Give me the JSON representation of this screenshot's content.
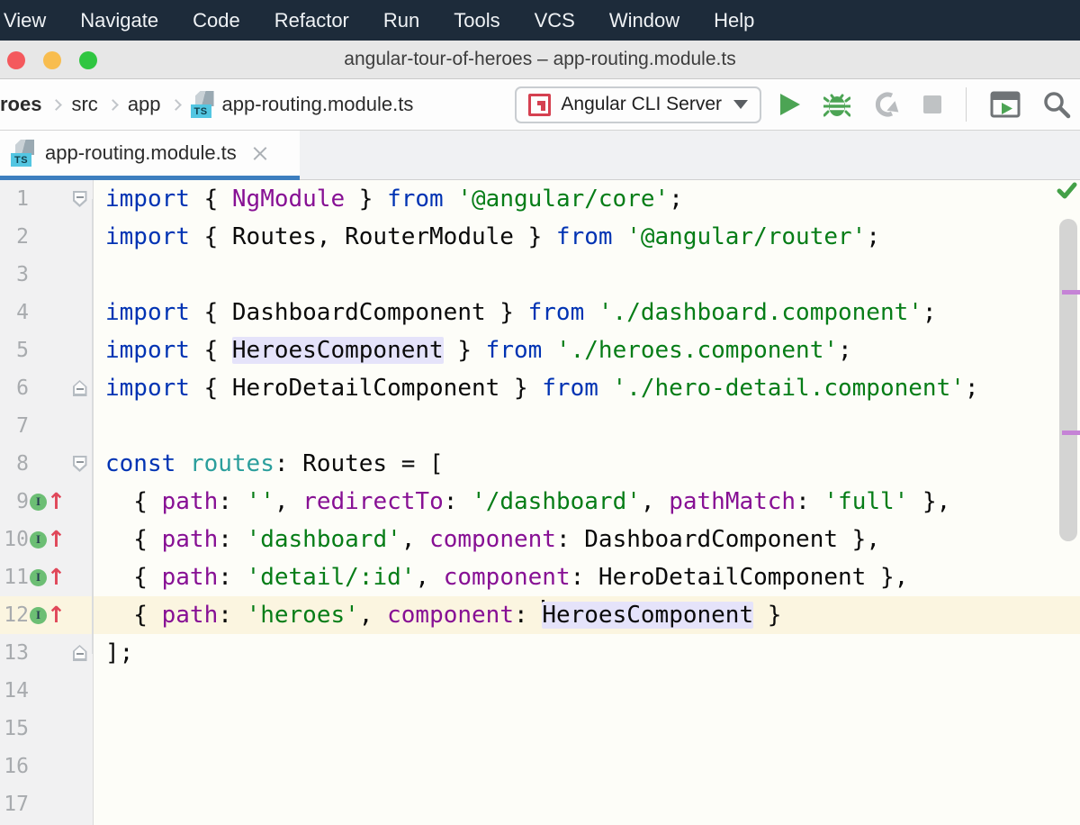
{
  "menu_bar": {
    "items": [
      "View",
      "Navigate",
      "Code",
      "Refactor",
      "Run",
      "Tools",
      "VCS",
      "Window",
      "Help"
    ]
  },
  "title_bar": {
    "title": "angular-tour-of-heroes – app-routing.module.ts"
  },
  "toolbar": {
    "breadcrumbs": [
      {
        "label": "roes",
        "bold": true
      },
      {
        "label": "src"
      },
      {
        "label": "app"
      },
      {
        "label": "app-routing.module.ts",
        "icon": "typescript-file-icon"
      }
    ],
    "run_config": {
      "label": "Angular CLI Server",
      "icon": "angular-cli-icon"
    },
    "icons": [
      {
        "name": "run-icon",
        "enabled": true
      },
      {
        "name": "debug-icon",
        "enabled": true
      },
      {
        "name": "rerun-coverage-icon",
        "enabled": false
      },
      {
        "name": "stop-icon",
        "enabled": false
      },
      {
        "name": "run-tool-window-icon",
        "enabled": true
      },
      {
        "name": "search-everywhere-icon",
        "enabled": true
      }
    ]
  },
  "tab_bar": {
    "tabs": [
      {
        "label": "app-routing.module.ts",
        "active": true,
        "icon": "typescript-file-icon"
      }
    ]
  },
  "icons": {
    "ts_badge": "TS",
    "route_gutter_letter": "I",
    "route_gutter_arrow": "↑"
  },
  "colors": {
    "menu_bg": "#1D2B3A",
    "tab_accent": "#3D7EBF",
    "keyword": "#0033B3",
    "string": "#067D17",
    "property": "#871094",
    "class_ref": "#871094",
    "variable": "#2A9E9C",
    "current_line_bg": "#FBF5E0",
    "identifier_highlight_bg": "#E5E3FA",
    "run_green": "#4CA454",
    "error_arrow_red": "#E0485A",
    "occurrence_mark": "#C583D6"
  },
  "editor": {
    "current_line": 12,
    "right_gutter": {
      "inspection_status": "no-problems",
      "occurrence_marks": 2
    },
    "lines": [
      {
        "n": 1,
        "fold": "down",
        "tokens": [
          [
            "kw",
            "import"
          ],
          [
            "txt",
            " { "
          ],
          [
            "cls",
            "NgModule"
          ],
          [
            "txt",
            " } "
          ],
          [
            "kw",
            "from"
          ],
          [
            "txt",
            " "
          ],
          [
            "str",
            "'@angular/core'"
          ],
          [
            "txt",
            ";"
          ]
        ]
      },
      {
        "n": 2,
        "tokens": [
          [
            "kw",
            "import"
          ],
          [
            "txt",
            " { Routes, RouterModule } "
          ],
          [
            "kw",
            "from"
          ],
          [
            "txt",
            " "
          ],
          [
            "str",
            "'@angular/router'"
          ],
          [
            "txt",
            ";"
          ]
        ]
      },
      {
        "n": 3,
        "tokens": []
      },
      {
        "n": 4,
        "tokens": [
          [
            "kw",
            "import"
          ],
          [
            "txt",
            " { DashboardComponent } "
          ],
          [
            "kw",
            "from"
          ],
          [
            "txt",
            " "
          ],
          [
            "str",
            "'./dashboard.component'"
          ],
          [
            "txt",
            ";"
          ]
        ]
      },
      {
        "n": 5,
        "tokens": [
          [
            "kw",
            "import"
          ],
          [
            "txt",
            " { "
          ],
          [
            "hl",
            "HeroesComponent"
          ],
          [
            "txt",
            " } "
          ],
          [
            "kw",
            "from"
          ],
          [
            "txt",
            " "
          ],
          [
            "str",
            "'./heroes.component'"
          ],
          [
            "txt",
            ";"
          ]
        ]
      },
      {
        "n": 6,
        "fold": "up",
        "tokens": [
          [
            "kw",
            "import"
          ],
          [
            "txt",
            " { HeroDetailComponent } "
          ],
          [
            "kw",
            "from"
          ],
          [
            "txt",
            " "
          ],
          [
            "str",
            "'./hero-detail.component'"
          ],
          [
            "txt",
            ";"
          ]
        ]
      },
      {
        "n": 7,
        "tokens": []
      },
      {
        "n": 8,
        "fold": "down",
        "tokens": [
          [
            "kw",
            "const"
          ],
          [
            "txt",
            " "
          ],
          [
            "var",
            "routes"
          ],
          [
            "txt",
            ": Routes = ["
          ]
        ]
      },
      {
        "n": 9,
        "icon": "route",
        "tokens": [
          [
            "txt",
            "  { "
          ],
          [
            "prop",
            "path"
          ],
          [
            "txt",
            ": "
          ],
          [
            "str",
            "''"
          ],
          [
            "txt",
            ", "
          ],
          [
            "prop",
            "redirectTo"
          ],
          [
            "txt",
            ": "
          ],
          [
            "str",
            "'/dashboard'"
          ],
          [
            "txt",
            ", "
          ],
          [
            "prop",
            "pathMatch"
          ],
          [
            "txt",
            ": "
          ],
          [
            "str",
            "'full'"
          ],
          [
            "txt",
            " },"
          ]
        ]
      },
      {
        "n": 10,
        "icon": "route",
        "tokens": [
          [
            "txt",
            "  { "
          ],
          [
            "prop",
            "path"
          ],
          [
            "txt",
            ": "
          ],
          [
            "str",
            "'dashboard'"
          ],
          [
            "txt",
            ", "
          ],
          [
            "prop",
            "component"
          ],
          [
            "txt",
            ": DashboardComponent },"
          ]
        ]
      },
      {
        "n": 11,
        "icon": "route",
        "tokens": [
          [
            "txt",
            "  { "
          ],
          [
            "prop",
            "path"
          ],
          [
            "txt",
            ": "
          ],
          [
            "str",
            "'detail/:id'"
          ],
          [
            "txt",
            ", "
          ],
          [
            "prop",
            "component"
          ],
          [
            "txt",
            ": HeroDetailComponent },"
          ]
        ]
      },
      {
        "n": 12,
        "icon": "route",
        "current": true,
        "tokens": [
          [
            "txt",
            "  { "
          ],
          [
            "prop",
            "path"
          ],
          [
            "txt",
            ": "
          ],
          [
            "str",
            "'heroes'"
          ],
          [
            "txt",
            ", "
          ],
          [
            "prop",
            "component"
          ],
          [
            "txt",
            ": "
          ],
          [
            "caret",
            ""
          ],
          [
            "hl",
            "HeroesComponent"
          ],
          [
            "txt",
            " }"
          ]
        ]
      },
      {
        "n": 13,
        "fold": "up",
        "tokens": [
          [
            "txt",
            "];"
          ]
        ]
      },
      {
        "n": 14,
        "tokens": []
      },
      {
        "n": 15,
        "tokens": []
      },
      {
        "n": 16,
        "tokens": []
      },
      {
        "n": 17,
        "tokens": []
      }
    ]
  }
}
